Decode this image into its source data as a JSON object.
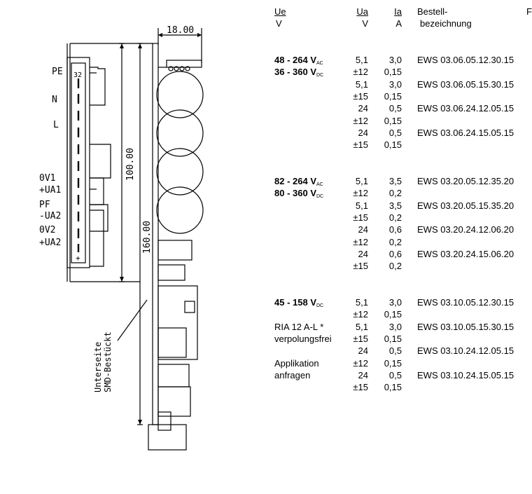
{
  "drawing": {
    "connector_labels": [
      "PE",
      "N",
      "L",
      "0V1",
      "+UA1",
      "PF",
      "-UA2",
      "0V2",
      "+UA2"
    ],
    "pin_top": "32",
    "pin_bottom": "+",
    "dim_width": "18.00",
    "dim_height_inner": "100.00",
    "dim_height_outer": "160.00",
    "smd_note_line1": "Unterseite",
    "smd_note_line2": "SMD-Bestückt"
  },
  "table": {
    "headers": {
      "ue": "Ue",
      "ue_unit": "V",
      "ua": "Ua",
      "ua_unit": "V",
      "ia": "Ia",
      "ia_unit": "A",
      "order_line1": "Bestell-",
      "order_line2": "bezeichnung",
      "extra": "F"
    },
    "groups": [
      {
        "inputs": [
          {
            "range": "48 - 264 V",
            "sub": "AC"
          },
          {
            "range": "36 - 360 V",
            "sub": "DC"
          }
        ],
        "notes": [],
        "rows": [
          {
            "ua": "5,1",
            "ia": "3,0",
            "order": "EWS  03.06.05.12.30.15"
          },
          {
            "ua": "±12",
            "ia": "0,15",
            "order": ""
          },
          {
            "ua": "5,1",
            "ia": "3,0",
            "order": "EWS  03.06.05.15.30.15"
          },
          {
            "ua": "±15",
            "ia": "0,15",
            "order": ""
          },
          {
            "ua": "24",
            "ia": "0,5",
            "order": "EWS  03.06.24.12.05.15"
          },
          {
            "ua": "±12",
            "ia": "0,15",
            "order": ""
          },
          {
            "ua": "24",
            "ia": "0,5",
            "order": "EWS  03.06.24.15.05.15"
          },
          {
            "ua": "±15",
            "ia": "0,15",
            "order": ""
          }
        ]
      },
      {
        "inputs": [
          {
            "range": "82 - 264 V",
            "sub": "AC"
          },
          {
            "range": "80 - 360 V",
            "sub": "DC"
          }
        ],
        "notes": [],
        "rows": [
          {
            "ua": "5,1",
            "ia": "3,5",
            "order": "EWS  03.20.05.12.35.20"
          },
          {
            "ua": "±12",
            "ia": "0,2",
            "order": ""
          },
          {
            "ua": "5,1",
            "ia": "3,5",
            "order": "EWS  03.20.05.15.35.20"
          },
          {
            "ua": "±15",
            "ia": "0,2",
            "order": ""
          },
          {
            "ua": "24",
            "ia": "0,6",
            "order": "EWS  03.20.24.12.06.20"
          },
          {
            "ua": "±12",
            "ia": "0,2",
            "order": ""
          },
          {
            "ua": "24",
            "ia": "0,6",
            "order": "EWS  03.20.24.15.06.20"
          },
          {
            "ua": "±15",
            "ia": "0,2",
            "order": ""
          }
        ]
      },
      {
        "inputs": [
          {
            "range": "45 - 158 V",
            "sub": "DC"
          }
        ],
        "notes": [
          "",
          "",
          "RIA 12 A-L *",
          "verpolungsfrei",
          "",
          "Applikation",
          "anfragen",
          ""
        ],
        "rows": [
          {
            "ua": "5,1",
            "ia": "3,0",
            "order": "EWS  03.10.05.12.30.15"
          },
          {
            "ua": "±12",
            "ia": "0,15",
            "order": ""
          },
          {
            "ua": "5,1",
            "ia": "3,0",
            "order": "EWS  03.10.05.15.30.15"
          },
          {
            "ua": "±15",
            "ia": "0,15",
            "order": ""
          },
          {
            "ua": "24",
            "ia": "0,5",
            "order": "EWS  03.10.24.12.05.15"
          },
          {
            "ua": "±12",
            "ia": "0,15",
            "order": ""
          },
          {
            "ua": "24",
            "ia": "0,5",
            "order": "EWS  03.10.24.15.05.15"
          },
          {
            "ua": "±15",
            "ia": "0,15",
            "order": ""
          }
        ]
      }
    ]
  }
}
